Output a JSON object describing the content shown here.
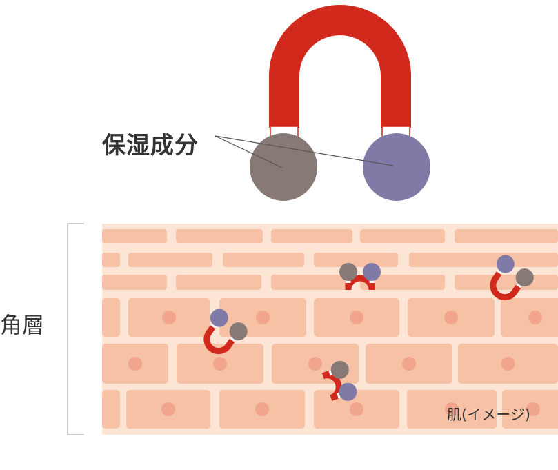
{
  "labels": {
    "moisturizing_ingredient": "保湿成分",
    "stratum_corneum": "角層",
    "skin_image": "肌(イメージ)"
  },
  "colors": {
    "magnet_red": "#d12a1c",
    "ingredient_gray": "#877a76",
    "ingredient_purple": "#7f7ba6",
    "cell_fill": "#f7c1a5",
    "cell_mortar": "#fde5d6",
    "nucleus": "#f0a58c",
    "text": "#333333"
  },
  "icons": {
    "large": "horseshoe-magnet-icon",
    "small": "small-magnet-icon"
  }
}
